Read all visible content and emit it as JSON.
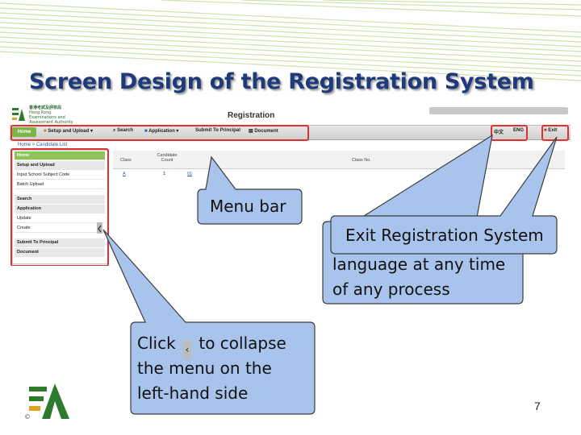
{
  "slide": {
    "title": "Screen Design of the Registration System",
    "page_number": "7"
  },
  "app": {
    "org_lines": [
      "香港考試及評核局",
      "Hong Kong",
      "Examinations and",
      "Assessment Authority"
    ],
    "page_title": "Registration",
    "breadcrumb": "Home > Candidate List",
    "menubar": {
      "home": "Home",
      "setup_upload": "Setup and Upload",
      "search": "Search",
      "application": "Application",
      "submit": "Submit To Principal",
      "document": "Document",
      "lang_chinese": "中文",
      "lang_english": "ENG",
      "exit": "Exit"
    },
    "sidemenu": [
      "Home",
      "Setup and Upload",
      "Input School Subject Code",
      "Batch Upload",
      "Search",
      "Application",
      "Update",
      "Create",
      "Submit To Principal",
      "Document"
    ],
    "table": {
      "headers": [
        "Class",
        "Candidate Count",
        "Class No."
      ],
      "row": [
        "A",
        "1",
        "01"
      ]
    }
  },
  "callouts": {
    "menu_bar": "Menu bar",
    "exit_line1": "Exit Registration System",
    "exit_line2": "language at any time",
    "exit_line3": "of any process",
    "collapse_prefix": "Click",
    "collapse_suffix": "to collapse",
    "collapse_line2": "the menu on the",
    "collapse_line3": "left-hand side"
  },
  "colors": {
    "title": "#1f3a7a",
    "callout_fill": "#a9c4ec",
    "callout_stroke": "#3c3c3c",
    "highlight": "#e03030",
    "menu_green": "#8fc35a"
  }
}
